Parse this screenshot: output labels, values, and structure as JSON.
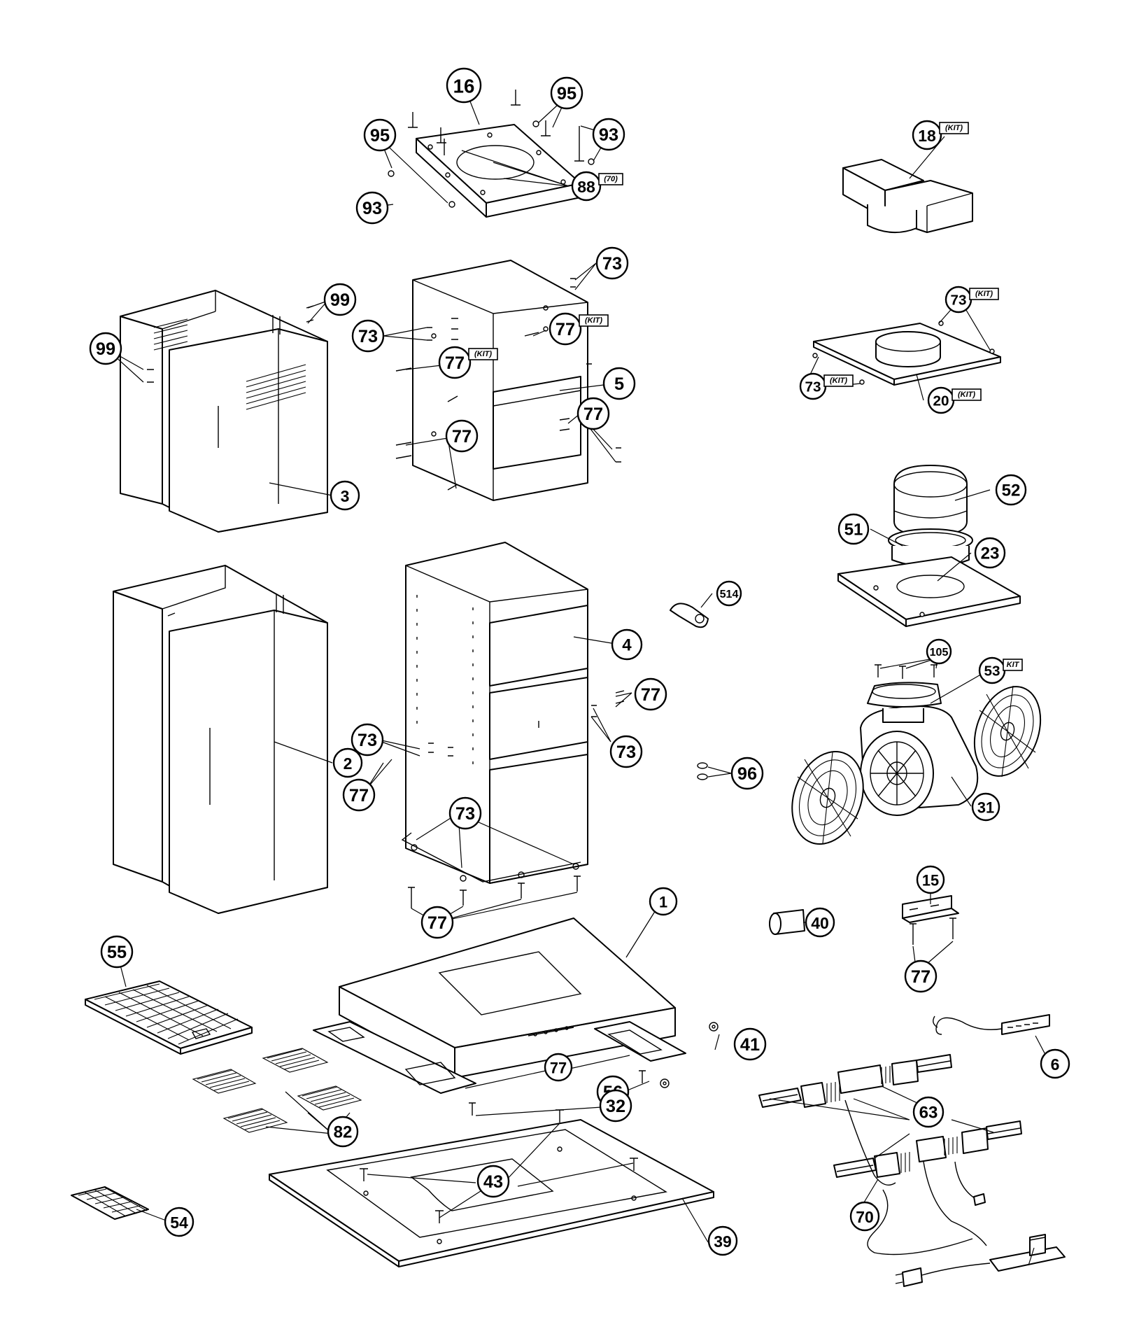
{
  "callouts": [
    {
      "num": "16",
      "suffix": ""
    },
    {
      "num": "95",
      "suffix": ""
    },
    {
      "num": "95",
      "suffix": ""
    },
    {
      "num": "93",
      "suffix": ""
    },
    {
      "num": "93",
      "suffix": ""
    },
    {
      "num": "88",
      "suffix": "(70)"
    },
    {
      "num": "18",
      "suffix": "(KIT)"
    },
    {
      "num": "73",
      "suffix": ""
    },
    {
      "num": "99",
      "suffix": ""
    },
    {
      "num": "99",
      "suffix": ""
    },
    {
      "num": "73",
      "suffix": ""
    },
    {
      "num": "77",
      "suffix": "(KIT)"
    },
    {
      "num": "77",
      "suffix": "(KIT)"
    },
    {
      "num": "5",
      "suffix": ""
    },
    {
      "num": "77",
      "suffix": ""
    },
    {
      "num": "77",
      "suffix": ""
    },
    {
      "num": "3",
      "suffix": ""
    },
    {
      "num": "73",
      "suffix": "(KIT)"
    },
    {
      "num": "73",
      "suffix": "(KIT)"
    },
    {
      "num": "20",
      "suffix": "(KIT)"
    },
    {
      "num": "52",
      "suffix": ""
    },
    {
      "num": "51",
      "suffix": ""
    },
    {
      "num": "23",
      "suffix": ""
    },
    {
      "num": "514",
      "suffix": ""
    },
    {
      "num": "4",
      "suffix": ""
    },
    {
      "num": "105",
      "suffix": ""
    },
    {
      "num": "53",
      "suffix": "KIT"
    },
    {
      "num": "77",
      "suffix": ""
    },
    {
      "num": "73",
      "suffix": ""
    },
    {
      "num": "73",
      "suffix": ""
    },
    {
      "num": "2",
      "suffix": ""
    },
    {
      "num": "77",
      "suffix": ""
    },
    {
      "num": "96",
      "suffix": ""
    },
    {
      "num": "31",
      "suffix": ""
    },
    {
      "num": "73",
      "suffix": ""
    },
    {
      "num": "15",
      "suffix": ""
    },
    {
      "num": "1",
      "suffix": ""
    },
    {
      "num": "40",
      "suffix": ""
    },
    {
      "num": "77",
      "suffix": ""
    },
    {
      "num": "55",
      "suffix": ""
    },
    {
      "num": "77",
      "suffix": ""
    },
    {
      "num": "56",
      "suffix": ""
    },
    {
      "num": "41",
      "suffix": ""
    },
    {
      "num": "6",
      "suffix": ""
    },
    {
      "num": "77",
      "suffix": ""
    },
    {
      "num": "32",
      "suffix": ""
    },
    {
      "num": "63",
      "suffix": ""
    },
    {
      "num": "82",
      "suffix": ""
    },
    {
      "num": "43",
      "suffix": ""
    },
    {
      "num": "70",
      "suffix": ""
    },
    {
      "num": "54",
      "suffix": ""
    },
    {
      "num": "39",
      "suffix": ""
    }
  ]
}
